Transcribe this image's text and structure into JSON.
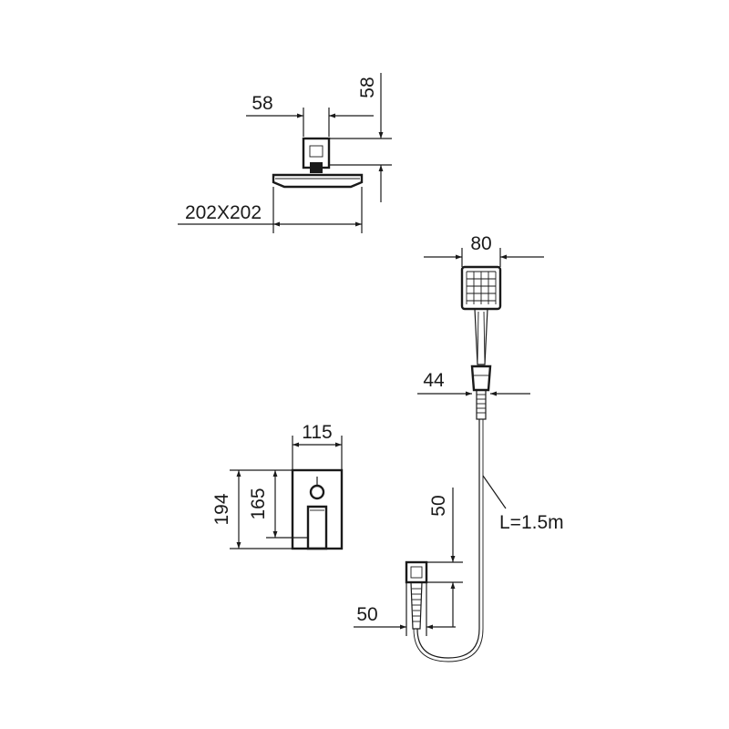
{
  "shower_head": {
    "dim_arm_width": "58",
    "dim_arm_height": "58",
    "dim_head_size": "202X202"
  },
  "hand_shower": {
    "dim_head_width": "80",
    "dim_holder_width": "44",
    "hose_length": "L=1.5m"
  },
  "mixer": {
    "dim_plate_width": "115",
    "dim_plate_height": "194",
    "dim_inner_height": "165"
  },
  "wall_outlet": {
    "dim_height": "50",
    "dim_width": "50"
  }
}
